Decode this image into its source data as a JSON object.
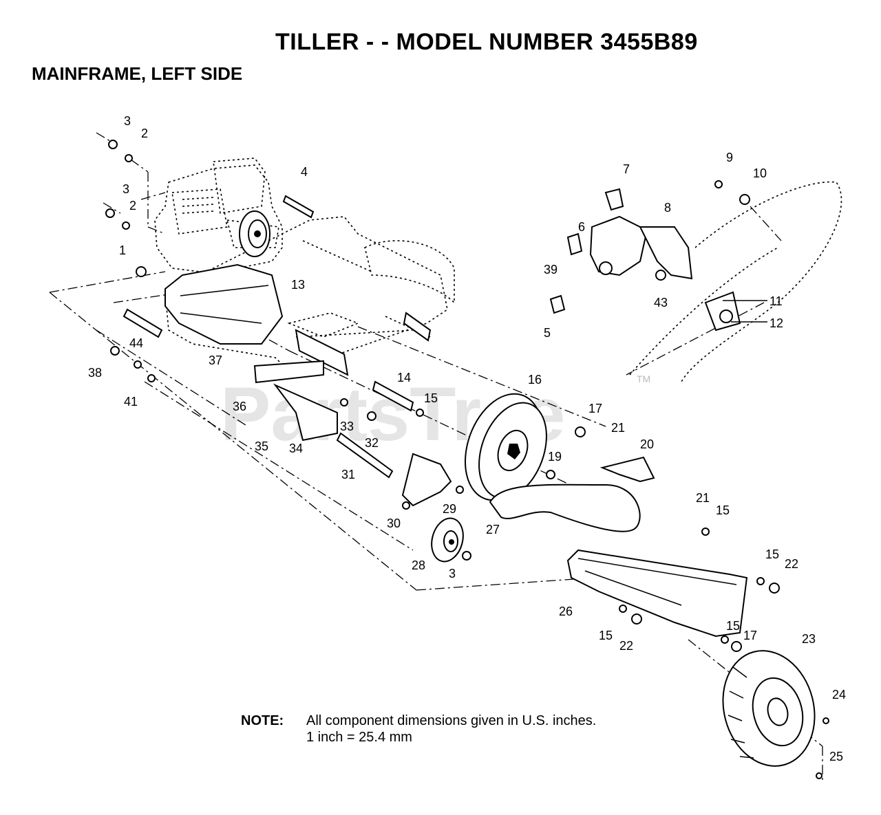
{
  "header": {
    "title": "TILLER - - MODEL NUMBER 3455B89",
    "subtitle": "MAINFRAME, LEFT SIDE"
  },
  "watermark": {
    "text": "PartsTree",
    "trademark": "TM"
  },
  "note": {
    "label": "NOTE:",
    "line1": "All component dimensions given in U.S. inches.",
    "line2": "1 inch = 25.4 mm"
  },
  "callouts": [
    {
      "id": "c3a",
      "label": "3"
    },
    {
      "id": "c2a",
      "label": "2"
    },
    {
      "id": "c3b",
      "label": "3"
    },
    {
      "id": "c2b",
      "label": "2"
    },
    {
      "id": "c1",
      "label": "1"
    },
    {
      "id": "c4",
      "label": "4"
    },
    {
      "id": "c13",
      "label": "13"
    },
    {
      "id": "c44",
      "label": "44"
    },
    {
      "id": "c37",
      "label": "37"
    },
    {
      "id": "c38",
      "label": "38"
    },
    {
      "id": "c41",
      "label": "41"
    },
    {
      "id": "c36",
      "label": "36"
    },
    {
      "id": "c35",
      "label": "35"
    },
    {
      "id": "c34",
      "label": "34"
    },
    {
      "id": "c33",
      "label": "33"
    },
    {
      "id": "c32",
      "label": "32"
    },
    {
      "id": "c31",
      "label": "31"
    },
    {
      "id": "c14",
      "label": "14"
    },
    {
      "id": "c15a",
      "label": "15"
    },
    {
      "id": "c16",
      "label": "16"
    },
    {
      "id": "c7",
      "label": "7"
    },
    {
      "id": "c9",
      "label": "9"
    },
    {
      "id": "c10",
      "label": "10"
    },
    {
      "id": "c8",
      "label": "8"
    },
    {
      "id": "c6",
      "label": "6"
    },
    {
      "id": "c39",
      "label": "39"
    },
    {
      "id": "c43",
      "label": "43"
    },
    {
      "id": "c5",
      "label": "5"
    },
    {
      "id": "c11",
      "label": "11"
    },
    {
      "id": "c12",
      "label": "12"
    },
    {
      "id": "c17a",
      "label": "17"
    },
    {
      "id": "c21a",
      "label": "21"
    },
    {
      "id": "c20",
      "label": "20"
    },
    {
      "id": "c19",
      "label": "19"
    },
    {
      "id": "c29",
      "label": "29"
    },
    {
      "id": "c30",
      "label": "30"
    },
    {
      "id": "c28",
      "label": "28"
    },
    {
      "id": "c3c",
      "label": "3"
    },
    {
      "id": "c27",
      "label": "27"
    },
    {
      "id": "c21b",
      "label": "21"
    },
    {
      "id": "c15b",
      "label": "15"
    },
    {
      "id": "c15c",
      "label": "15"
    },
    {
      "id": "c22a",
      "label": "22"
    },
    {
      "id": "c26",
      "label": "26"
    },
    {
      "id": "c15d",
      "label": "15"
    },
    {
      "id": "c22b",
      "label": "22"
    },
    {
      "id": "c15e",
      "label": "15"
    },
    {
      "id": "c17b",
      "label": "17"
    },
    {
      "id": "c23",
      "label": "23"
    },
    {
      "id": "c24",
      "label": "24"
    },
    {
      "id": "c25",
      "label": "25"
    }
  ]
}
